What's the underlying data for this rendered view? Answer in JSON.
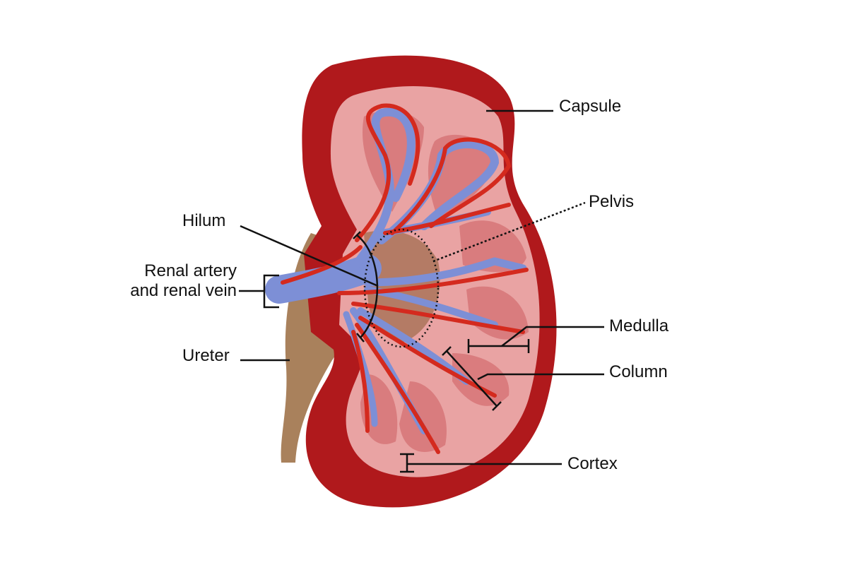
{
  "labels": {
    "capsule": "Capsule",
    "pelvis": "Pelvis",
    "hilum": "Hilum",
    "renal_vessels_line1": "Renal artery",
    "renal_vessels_line2": "and renal vein",
    "ureter": "Ureter",
    "medulla": "Medulla",
    "column": "Column",
    "cortex": "Cortex"
  },
  "colors": {
    "capsule": "#b0191c",
    "cortex": "#e9a3a3",
    "pyramid": "#d8787a",
    "artery": "#d42a1e",
    "vein": "#7d8fd6",
    "ureter": "#a9815c",
    "pelvis": "#9c6a4a"
  }
}
